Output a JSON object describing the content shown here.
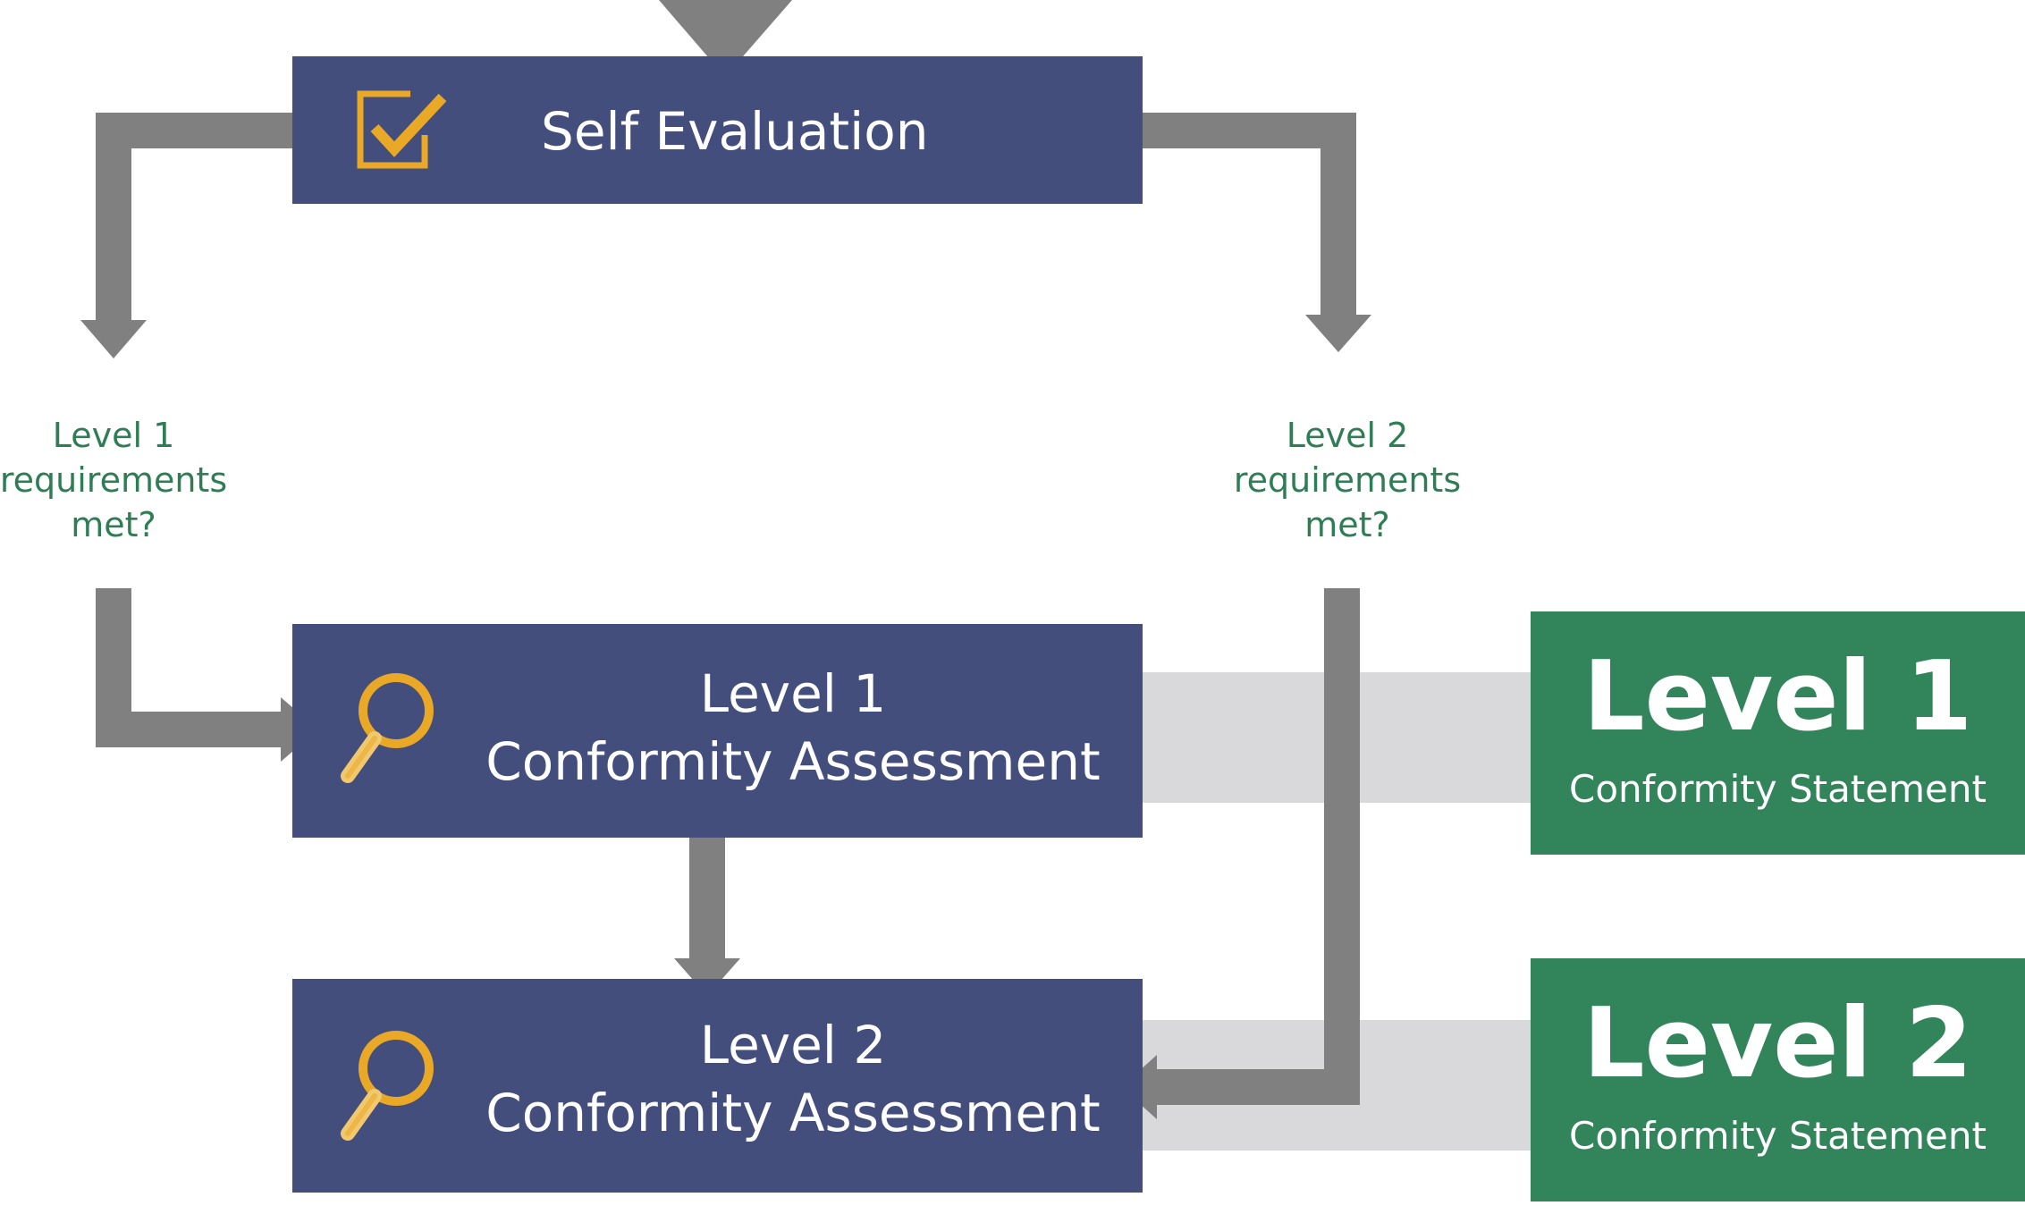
{
  "colors": {
    "navy": "#434e7c",
    "green": "#32845a",
    "gray_arrow": "#808080",
    "light_connector": "#d9d9db",
    "gold": "#e9a825",
    "question_text": "#2e7d55"
  },
  "self_evaluation": {
    "label": "Self Evaluation",
    "icon": "checkbox-check-icon"
  },
  "questions": {
    "level1": [
      "Level 1",
      "requirements",
      "met?"
    ],
    "level2": [
      "Level 2",
      "requirements",
      "met?"
    ]
  },
  "assessments": {
    "level1": {
      "line1": "Level 1",
      "line2": "Conformity Assessment",
      "icon": "magnifier-icon"
    },
    "level2": {
      "line1": "Level 2",
      "line2": "Conformity Assessment",
      "icon": "magnifier-icon"
    }
  },
  "statements": {
    "level1": {
      "title": "Level 1",
      "subtitle": "Conformity Statement"
    },
    "level2": {
      "title": "Level 2",
      "subtitle": "Conformity Statement"
    }
  }
}
